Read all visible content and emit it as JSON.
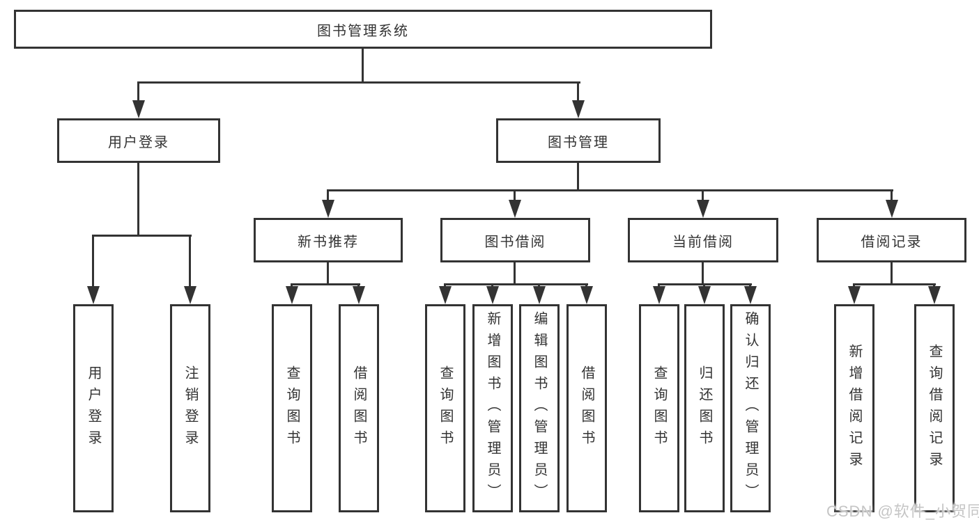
{
  "diagram": {
    "root": {
      "label": "图书管理系统"
    },
    "user_login": {
      "label": "用户登录",
      "children": [
        "用户登录",
        "注销登录"
      ]
    },
    "book_mgmt": {
      "label": "图书管理",
      "sections": {
        "recommend": {
          "label": "新书推荐",
          "children": [
            "查询图书",
            "借阅图书"
          ]
        },
        "borrow": {
          "label": "图书借阅",
          "children": [
            "查询图书",
            "新增图书（管理员）",
            "编辑图书（管理员）",
            "借阅图书"
          ]
        },
        "current": {
          "label": "当前借阅",
          "children": [
            "查询图书",
            "归还图书",
            "确认归还（管理员）"
          ]
        },
        "records": {
          "label": "借阅记录",
          "children": [
            "新增借阅记录",
            "查询借阅记录"
          ]
        }
      }
    },
    "watermark": "CSDN @软件_小贺同学",
    "colors": {
      "line": "#333333",
      "text": "#333333",
      "background": "#ffffff",
      "watermark": "#c5c5c5"
    }
  }
}
